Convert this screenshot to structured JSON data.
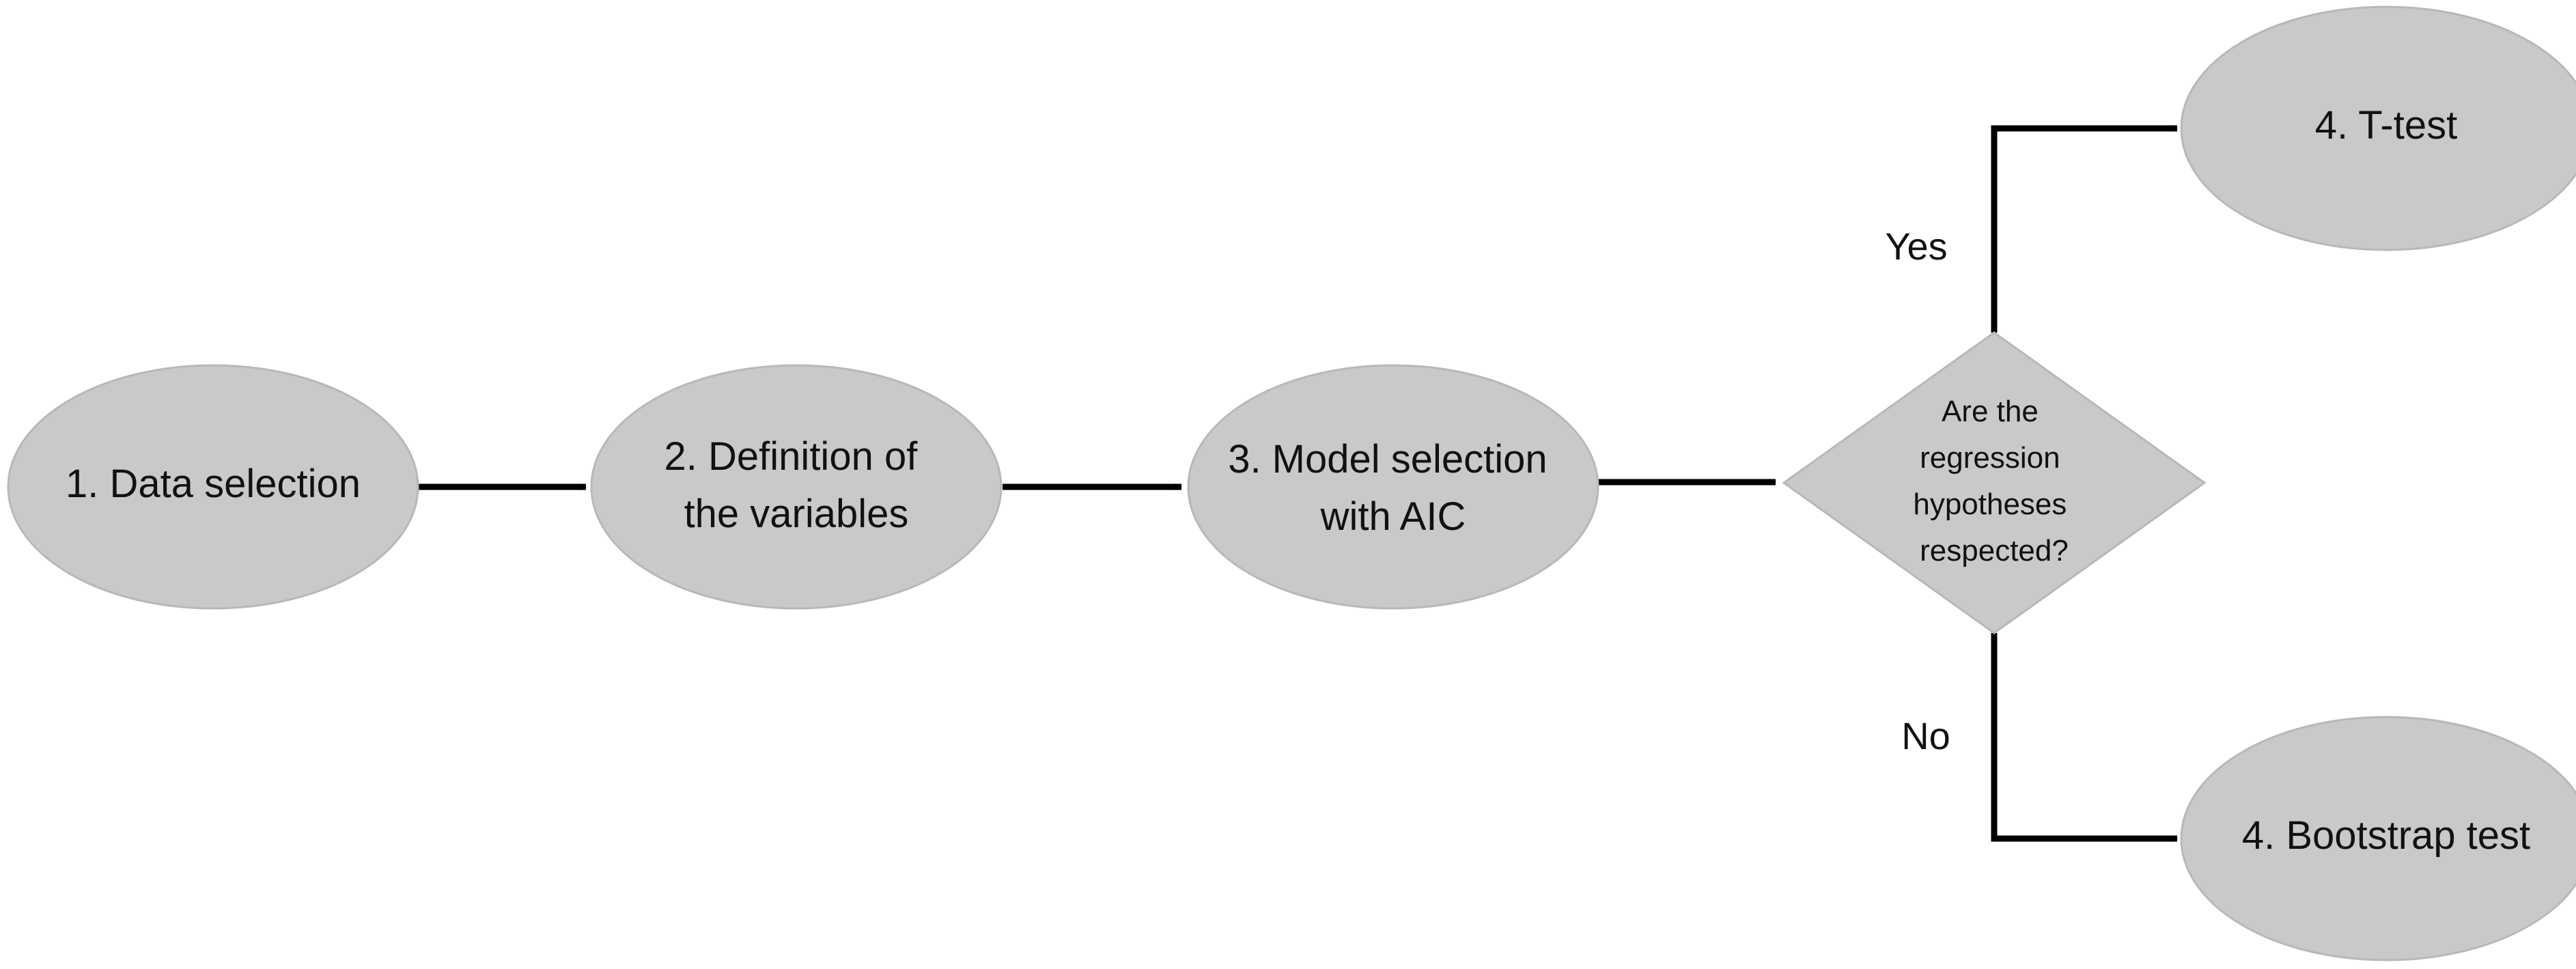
{
  "nodes": {
    "data_selection": {
      "lines": [
        "1. Data selection"
      ]
    },
    "definition_variables": {
      "lines": [
        "2. Definition of",
        "the variables"
      ]
    },
    "model_selection": {
      "lines": [
        "3. Model selection",
        "with AIC"
      ]
    },
    "decision": {
      "lines": [
        "Are the",
        "regression",
        "hypotheses",
        "respected?"
      ]
    },
    "t_test": {
      "lines": [
        "4. T-test"
      ]
    },
    "bootstrap_test": {
      "lines": [
        "4. Bootstrap test"
      ]
    }
  },
  "edge_labels": {
    "yes": "Yes",
    "no": "No"
  },
  "colors": {
    "node_fill": "#c9c9c9",
    "edge": "#000000",
    "text": "#111111"
  }
}
